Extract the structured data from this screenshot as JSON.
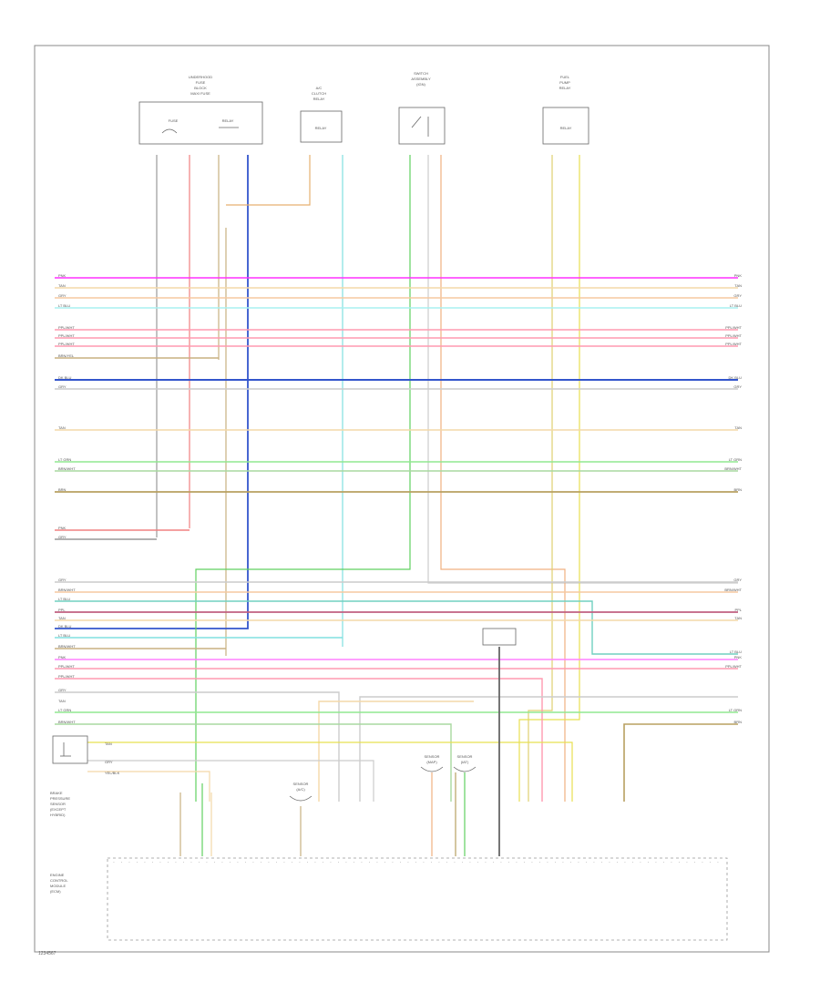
{
  "diagram": {
    "footer_code": "1234567",
    "components": [
      {
        "name": "fuse-block",
        "title": [
          "UNDERHOOD",
          "FUSE",
          "BLOCK",
          "MAXI FUSE"
        ],
        "inner": [
          "FUSE",
          "RELAY"
        ]
      },
      {
        "name": "relay-1",
        "title": [
          "A/C",
          "CLUTCH",
          "RELAY"
        ],
        "inner": [
          "RELAY"
        ]
      },
      {
        "name": "switch-1",
        "title": [
          "SWITCH",
          "ASSEMBLY",
          "(IGN)"
        ],
        "inner": []
      },
      {
        "name": "relay-2",
        "title": [
          "FUEL",
          "PUMP",
          "RELAY"
        ],
        "inner": [
          "RELAY"
        ]
      },
      {
        "name": "sensor-small-1",
        "title": [
          "SENSOR",
          "(A/C)"
        ]
      },
      {
        "name": "sensor-small-2",
        "title": [
          "SENSOR",
          "(MAP)"
        ]
      },
      {
        "name": "sensor-small-3",
        "title": [
          "SENSOR",
          "(IAT)"
        ]
      },
      {
        "name": "sensor-left",
        "title": [
          "BRAKE",
          "PRESSURE",
          "SENSOR",
          "(EXCEPT",
          "HYBRID)"
        ]
      },
      {
        "name": "ecm",
        "title": [
          "ENGINE",
          "CONTROL",
          "MODULE",
          "(ECM)"
        ]
      }
    ],
    "bus_wire_labels_left": [
      "PNK",
      "TAN",
      "GRY",
      "LT BLU",
      "PPL/WHT",
      "PPL/WHT",
      "PPL/WHT",
      "BRN/YEL",
      "DK BLU",
      "GRY",
      "TAN",
      "LT GRN",
      "BRN/WHT",
      "BRN",
      "PNK",
      "GRY"
    ],
    "bus_wire_labels_right": [
      "PNK",
      "TAN",
      "GRY",
      "LT BLU",
      "PPL/WHT",
      "PPL/WHT",
      "PPL/WHT",
      "DK BLU",
      "GRY",
      "TAN",
      "LT GRN",
      "BRN/WHT",
      "BRN"
    ],
    "lower_labels_left": [
      "GRY",
      "BRN/WHT",
      "LT BLU",
      "PPL",
      "TAN",
      "DK BLU",
      "LT BLU",
      "BRN/WHT",
      "PNK",
      "PPL/WHT",
      "PPL/WHT",
      "GRY",
      "TAN",
      "LT GRN",
      "BRN/WHT"
    ],
    "lower_labels_right": [
      "GRY",
      "BRN/WHT",
      "PPL",
      "TAN",
      "LT BLU",
      "PNK",
      "PPL/WHT",
      "LT GRN",
      "BRN"
    ],
    "sensor_wire_labels": [
      "TAN",
      "GRY",
      "YEL/BLK"
    ]
  }
}
